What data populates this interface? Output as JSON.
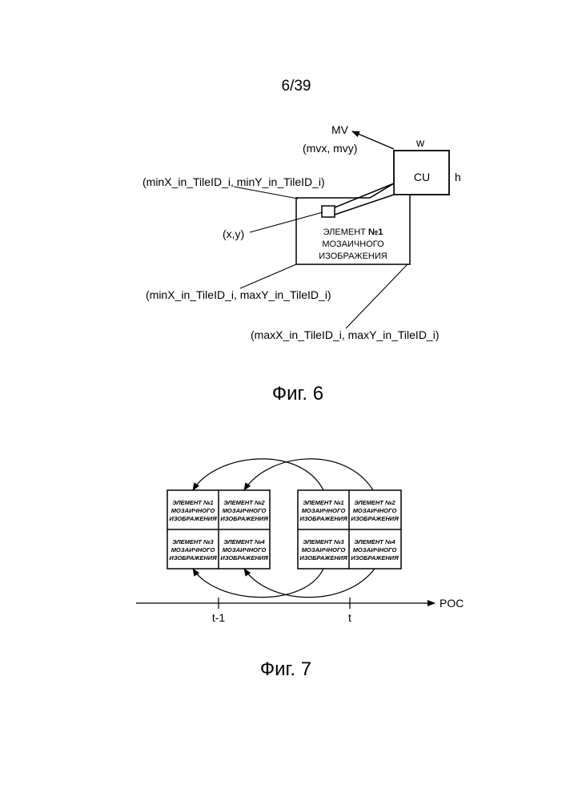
{
  "page_number": "6/39",
  "fig6": {
    "caption": "Фиг. 6",
    "mv_label": "MV",
    "mv_components": "(mvx, mvy)",
    "cu_label": "CU",
    "width_label": "w",
    "height_label": "h",
    "point_label": "(x,y)",
    "top_left_label": "(minX_in_TileID_i, minY_in_TileID_i)",
    "bottom_left_label": "(minX_in_TileID_i, maxY_in_TileID_i)",
    "bottom_right_label": "(maxX_in_TileID_i, maxY_in_TileID_i)",
    "tile_line1_prefix": "ЭЛЕМЕНТ ",
    "tile_line1_bold": "№1",
    "tile_line2": "МОЗАИЧНОГО",
    "tile_line3": "ИЗОБРАЖЕНИЯ"
  },
  "fig7": {
    "caption": "Фиг. 7",
    "axis_label": "POC",
    "tick_left": "t-1",
    "tick_right": "t",
    "tiles": [
      {
        "l1": "ЭЛЕМЕНТ №1",
        "l2": "МОЗАИЧНОГО",
        "l3": "ИЗОБРАЖЕНИЯ"
      },
      {
        "l1": "ЭЛЕМЕНТ №2",
        "l2": "МОЗАИЧНОГО",
        "l3": "ИЗОБРАЖЕНИЯ"
      },
      {
        "l1": "ЭЛЕМЕНТ №3",
        "l2": "МОЗАИЧНОГО",
        "l3": "ИЗОБРАЖЕНИЯ"
      },
      {
        "l1": "ЭЛЕМЕНТ №4",
        "l2": "МОЗАИЧНОГО",
        "l3": "ИЗОБРАЖЕНИЯ"
      }
    ]
  }
}
